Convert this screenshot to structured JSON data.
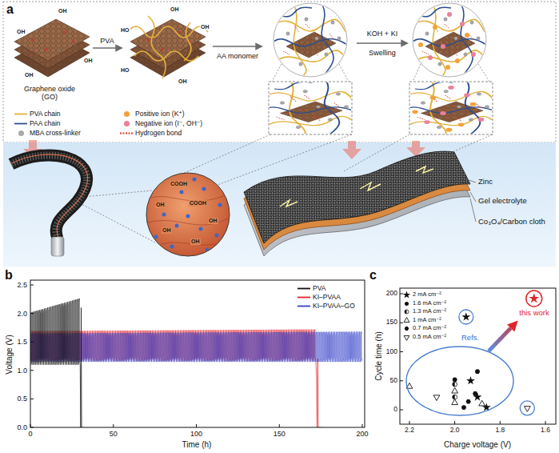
{
  "diagram": {
    "nodes": [
      {
        "text": [
          "Refs."
        ]
      },
      {
        "text": [
          "this work"
        ]
      }
    ],
    "edges": [
      {
        "from": 0,
        "to": 1,
        "arrow": "to"
      }
    ],
    "labels": [
      "a",
      "Graphene oxide (GO)",
      "PVA",
      "AA monomer",
      "KOH + KI",
      "Swelling",
      "OH",
      "OH",
      "OH",
      "OH",
      "HO",
      "OH",
      "OH",
      "HO",
      "OH",
      "COOH",
      "OH",
      "COOH",
      "OH",
      "OH",
      "OH",
      "Zinc",
      "Gel electrolyte",
      "Co₃O₄/Carbon cloth",
      "b",
      "Voltage (V)",
      "Time (h)",
      "0.0",
      "0.5",
      "1.0",
      "1.5",
      "2.0",
      "2.5",
      "0",
      "50",
      "100",
      "150",
      "200",
      "c",
      "Cycle time (h)",
      "Charge voltage (V)",
      "0",
      "50",
      "100",
      "150",
      "200",
      "2.2",
      "2.0",
      "1.8",
      "1.6"
    ],
    "legend": [
      {
        "text": "PVA chain"
      },
      {
        "text": "PAA chain"
      },
      {
        "text": "MBA cross-linker",
        "color": "#a9a9a9"
      },
      {
        "text": "Hydrogen bond"
      },
      {
        "text": "Positive ion (K⁺)",
        "color": "#f2a23a"
      },
      {
        "text": "Negative ion (I⁻, OH⁻)",
        "color": "#e8829a"
      },
      {
        "text": "PVA"
      },
      {
        "text": "KI–PVAA"
      },
      {
        "text": "KI–PVAA–GO"
      },
      {
        "text": "2 mA cm⁻²"
      },
      {
        "text": "1.6 mA cm⁻²"
      },
      {
        "text": "1.3 mA cm⁻²"
      },
      {
        "text": "1 mA cm⁻²"
      },
      {
        "text": "0.7 mA cm⁻²"
      },
      {
        "text": "0.5 mA cm⁻²"
      }
    ]
  }
}
